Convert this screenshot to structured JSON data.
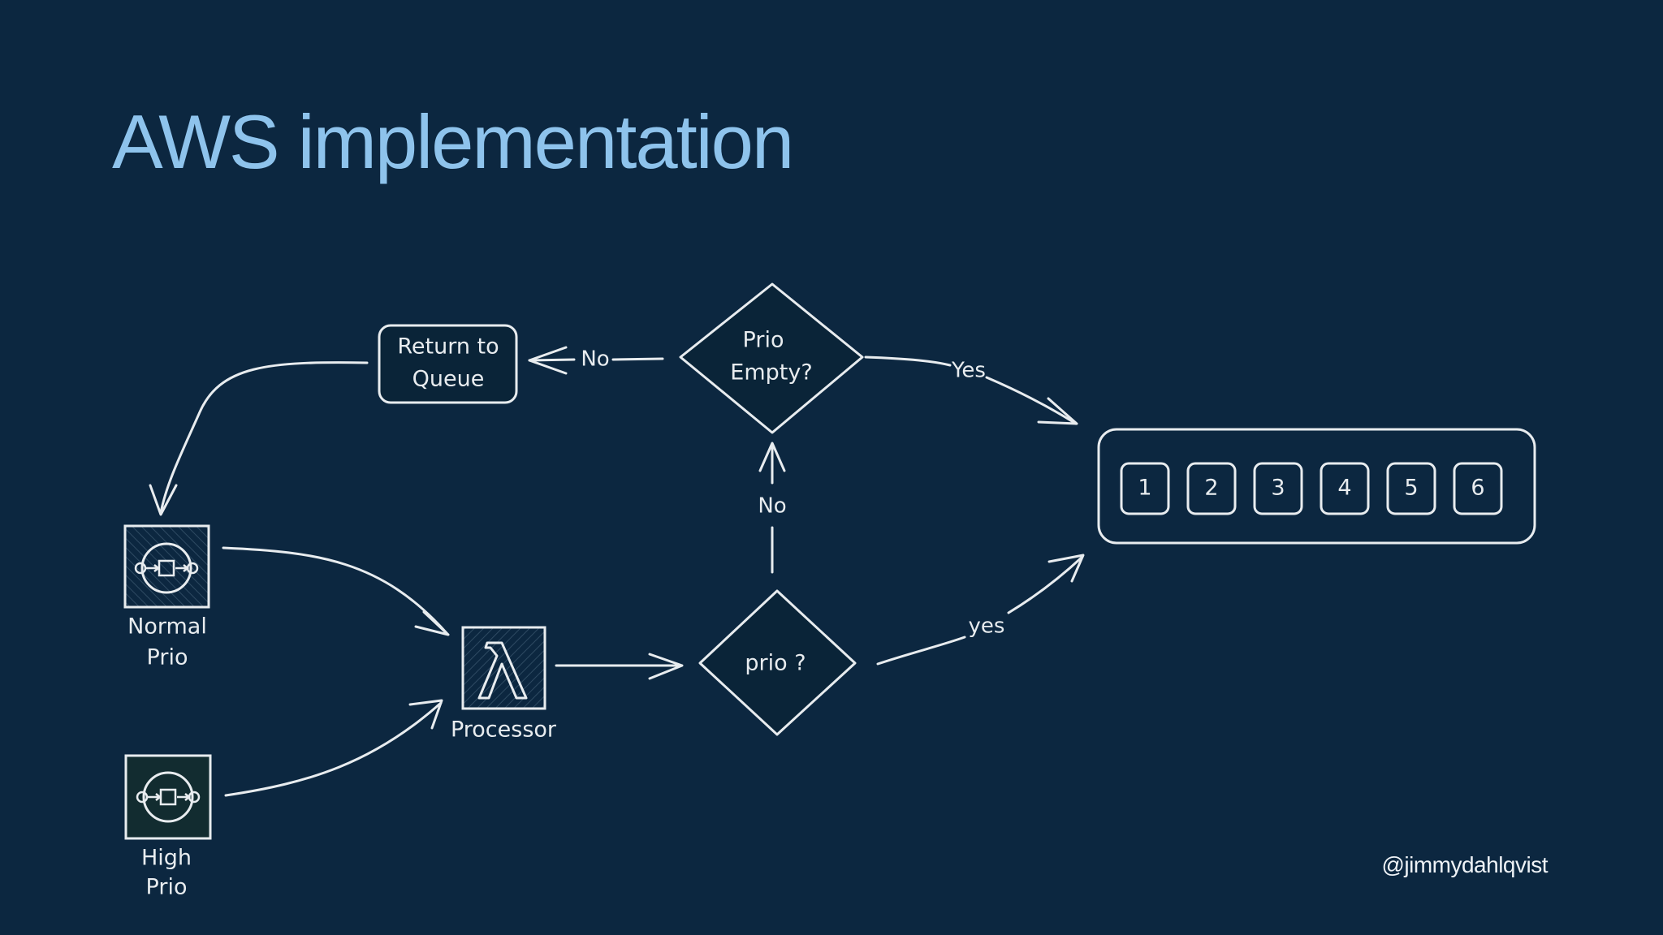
{
  "title": "AWS implementation",
  "handle": "@jimmydahlqvist",
  "nodes": {
    "return_to_queue": [
      "Return to",
      "Queue"
    ],
    "prio_empty": [
      "Prio",
      "Empty?"
    ],
    "normal_prio": [
      "Normal",
      "Prio"
    ],
    "high_prio": [
      "High",
      "Prio"
    ],
    "processor": "Processor",
    "prio_question": "prio ?"
  },
  "edges": {
    "prio_empty_no": "No",
    "prio_empty_yes": "Yes",
    "prio_no": "No",
    "prio_yes": "yes"
  },
  "slots": [
    "1",
    "2",
    "3",
    "4",
    "5",
    "6"
  ],
  "colors": {
    "background": "#0c2740",
    "title": "#8ec3ec",
    "stroke": "#e8ecef",
    "sqs_high": "#1e3a3e",
    "sqs_normal": "#1d2b4a"
  },
  "icons": {
    "normal_prio": "sqs-queue-icon",
    "high_prio": "sqs-queue-icon",
    "processor": "lambda-icon"
  }
}
